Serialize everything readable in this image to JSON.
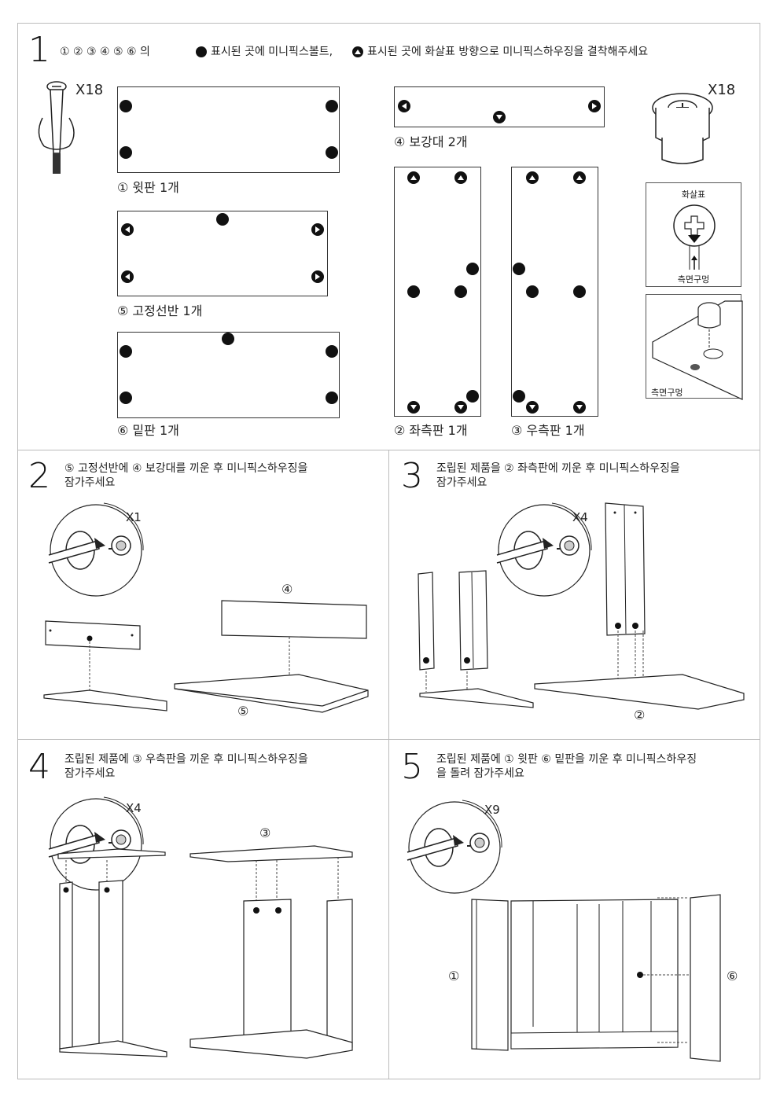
{
  "step1": {
    "number": "1",
    "instruction_a": "① ② ③ ④ ⑤ ⑥ 의",
    "instruction_b": "표시된 곳에 미니픽스볼트,",
    "instruction_c": "표시된 곳에  화살표 방향으로 미니픽스하우징을 결착해주세요",
    "bolt_qty": "X18",
    "housing_qty": "X18",
    "arrow_box_title": "화살표",
    "arrow_box_caption": "측면구멍",
    "hole_box_caption": "측면구멍",
    "panels": {
      "top": "① 윗판 1개",
      "brace": "④ 보강대 2개",
      "fixed_shelf": "⑤ 고정선반 1개",
      "bottom": "⑥ 밑판 1개",
      "left": "② 좌측판 1개",
      "right": "③ 우측판 1개"
    }
  },
  "step2": {
    "number": "2",
    "line1": "⑤ 고정선반에 ④ 보강대를 끼운 후 미니픽스하우징을",
    "line2": "잠가주세요",
    "qty": "X1",
    "label_brace": "④",
    "label_shelf": "⑤"
  },
  "step3": {
    "number": "3",
    "line1": "조립된 제품을 ② 좌측판에 끼운 후 미니픽스하우징을",
    "line2": "잠가주세요",
    "qty": "X4",
    "label_left": "②"
  },
  "step4": {
    "number": "4",
    "line1": "조립된 제품에 ③ 우측판을 끼운 후 미니픽스하우징을",
    "line2": "잠가주세요",
    "qty": "X4",
    "label_right": "③"
  },
  "step5": {
    "number": "5",
    "line1": "조립된 제품에 ① 윗판 ⑥ 밑판을 끼운 후 미니픽스하우징",
    "line2": "을 돌려 잠가주세요",
    "qty": "X9",
    "label_top": "①",
    "label_bottom": "⑥"
  }
}
